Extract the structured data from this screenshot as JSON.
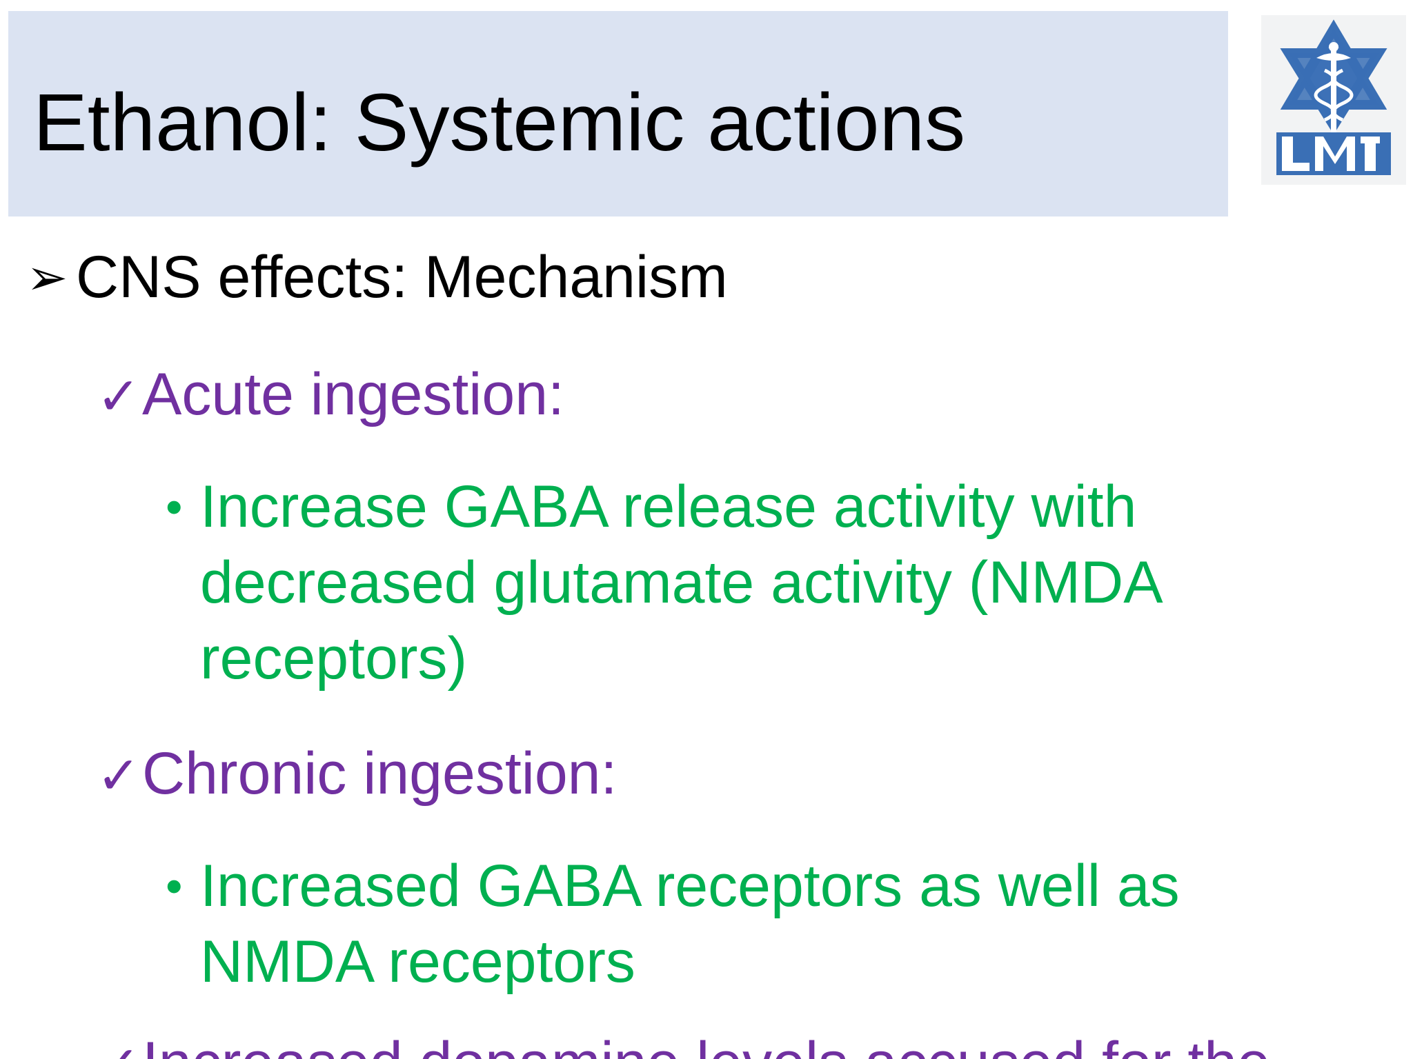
{
  "slide": {
    "title": "Ethanol: Systemic actions",
    "logo": {
      "text": "LMI",
      "icon": "star-caduceus-logo-icon",
      "color": "#3a6fb5"
    },
    "colors": {
      "title_band": "#dbe3f2",
      "level1": "#000000",
      "level2": "#7030a0",
      "level3": "#00b050"
    },
    "heading_bullet": {
      "marker": "➢",
      "text": "CNS effects: Mechanism"
    },
    "sections": [
      {
        "marker": "✓",
        "label": "Acute ingestion:",
        "points": [
          {
            "marker": "•",
            "lines": [
              "Increase GABA release activity with",
              "decreased glutamate activity (NMDA",
              "receptors)"
            ]
          }
        ]
      },
      {
        "marker": "✓",
        "label": "Chronic ingestion:",
        "points": [
          {
            "marker": "•",
            "lines": [
              "Increased GABA receptors as well as",
              "NMDA receptors"
            ]
          }
        ]
      }
    ],
    "cut_off_line": {
      "marker": "✓",
      "text": "Increased dopamine levels accused for the"
    }
  }
}
